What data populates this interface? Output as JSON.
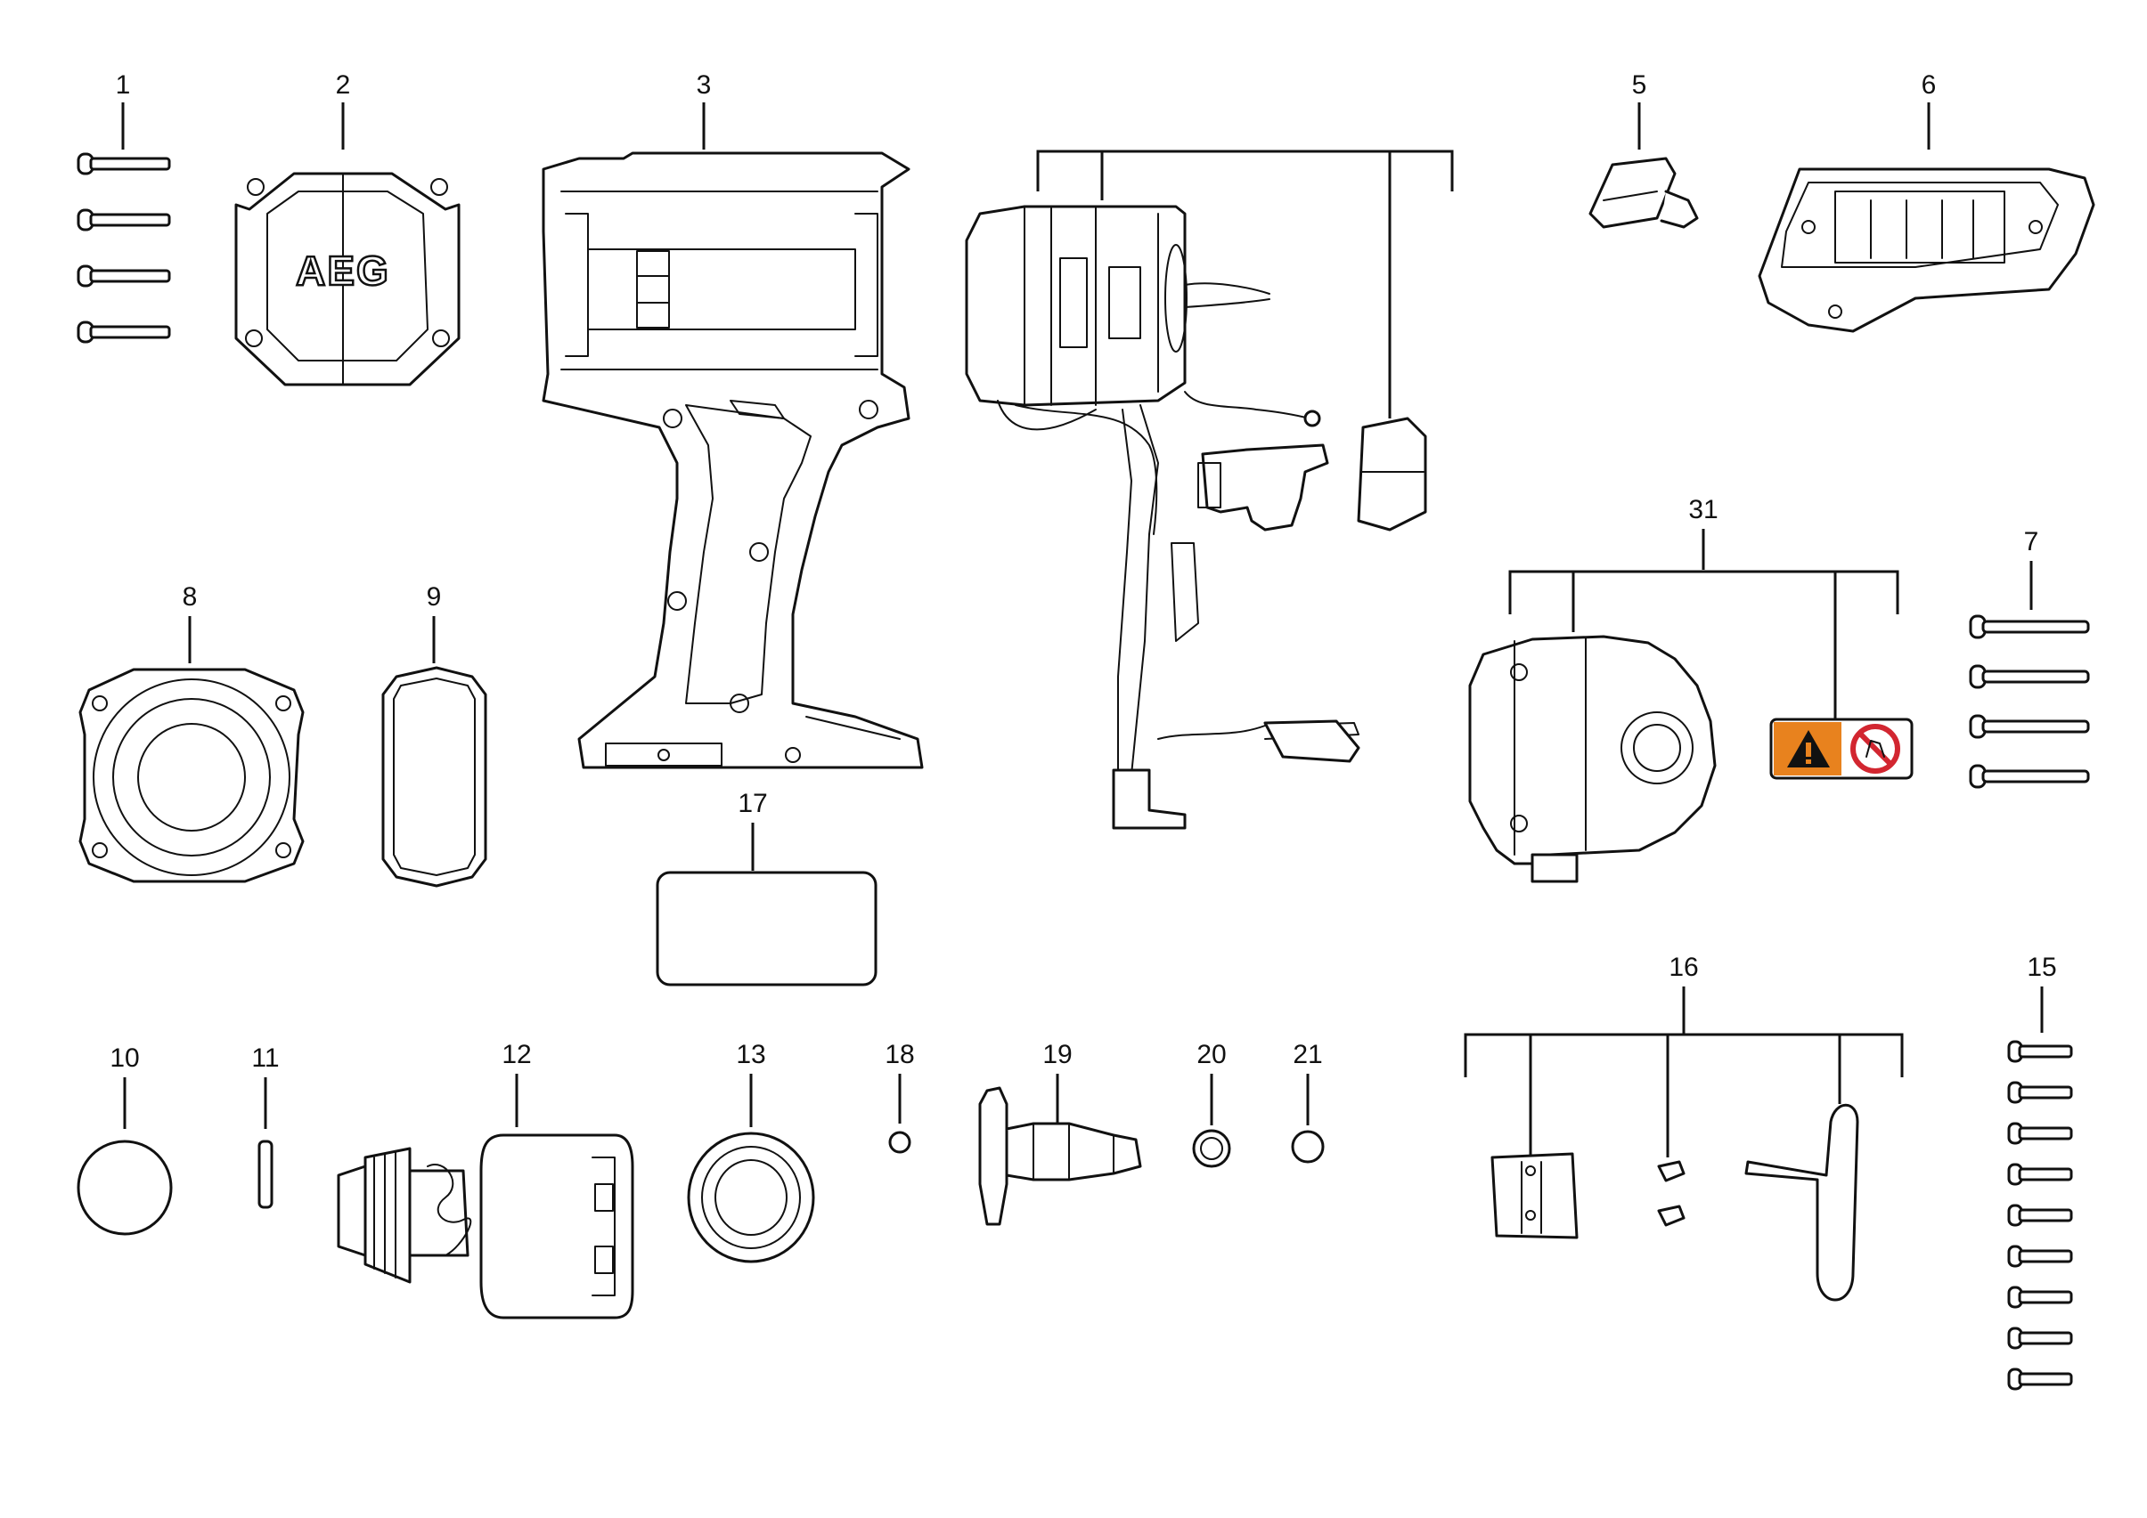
{
  "brand": {
    "logo_text": "AEG"
  },
  "callouts": [
    {
      "id": "1",
      "label": "1"
    },
    {
      "id": "2",
      "label": "2"
    },
    {
      "id": "3",
      "label": "3"
    },
    {
      "id": "5",
      "label": "5"
    },
    {
      "id": "6",
      "label": "6"
    },
    {
      "id": "7",
      "label": "7"
    },
    {
      "id": "8",
      "label": "8"
    },
    {
      "id": "9",
      "label": "9"
    },
    {
      "id": "10",
      "label": "10"
    },
    {
      "id": "11",
      "label": "11"
    },
    {
      "id": "12",
      "label": "12"
    },
    {
      "id": "13",
      "label": "13"
    },
    {
      "id": "15",
      "label": "15"
    },
    {
      "id": "16",
      "label": "16"
    },
    {
      "id": "17",
      "label": "17"
    },
    {
      "id": "18",
      "label": "18"
    },
    {
      "id": "19",
      "label": "19"
    },
    {
      "id": "20",
      "label": "20"
    },
    {
      "id": "21",
      "label": "21"
    },
    {
      "id": "31",
      "label": "31"
    }
  ],
  "colors": {
    "line": "#111111",
    "warning_orange": "#e8821e",
    "prohibition_red": "#d22630",
    "background": "#ffffff"
  },
  "icons": [
    "warning-triangle-icon",
    "no-touch-prohibition-icon"
  ]
}
